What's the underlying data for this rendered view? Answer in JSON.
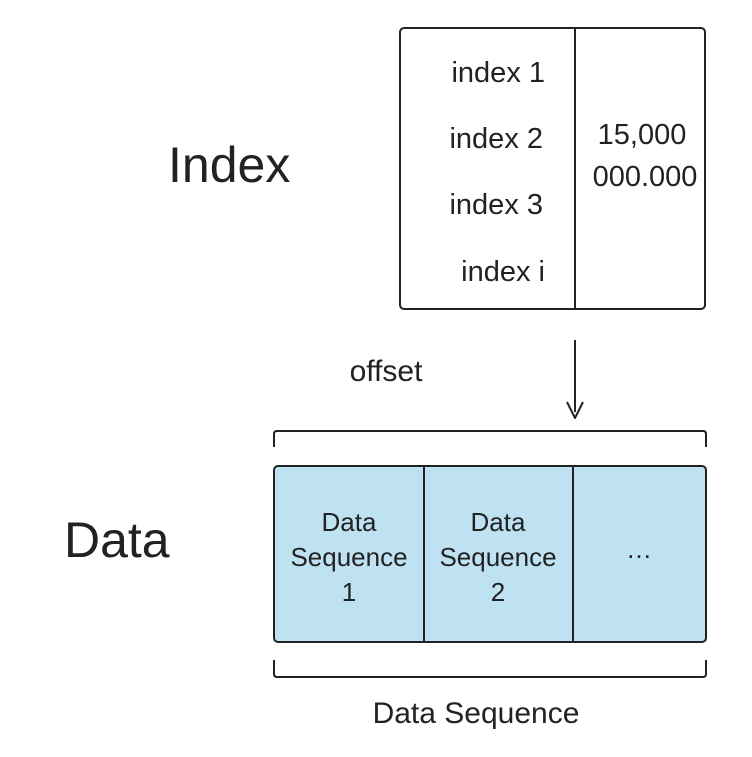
{
  "index": {
    "heading": "Index",
    "entries": [
      "index 1",
      "index 2",
      "index 3",
      "index i"
    ],
    "value_lines": [
      "15,000",
      "000.000"
    ]
  },
  "offset": {
    "label": "offset"
  },
  "data": {
    "heading": "Data",
    "cells": [
      {
        "lines": [
          "Data",
          "Sequence",
          "1"
        ]
      },
      {
        "lines": [
          "Data",
          "Sequence",
          "2"
        ]
      },
      {
        "lines": [
          "…"
        ]
      }
    ],
    "caption": "Data Sequence"
  },
  "colors": {
    "stroke": "#222222",
    "cell_fill": "#bfe2f2",
    "background": "#ffffff"
  }
}
